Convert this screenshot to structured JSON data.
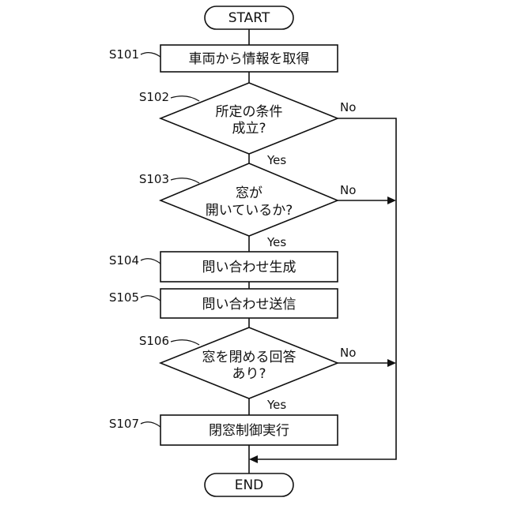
{
  "nodes": {
    "start": "START",
    "s101": "車両から情報を取得",
    "s102": [
      "所定の条件",
      "成立?"
    ],
    "s103": [
      "窓が",
      "開いているか?"
    ],
    "s104": "問い合わせ生成",
    "s105": "問い合わせ送信",
    "s106": [
      "窓を閉める回答",
      "あり?"
    ],
    "s107": "閉窓制御実行",
    "end": "END"
  },
  "step_labels": {
    "s101": "S101",
    "s102": "S102",
    "s103": "S103",
    "s104": "S104",
    "s105": "S105",
    "s106": "S106",
    "s107": "S107"
  },
  "branch_labels": {
    "s102_no": "No",
    "s102_yes": "Yes",
    "s103_no": "No",
    "s103_yes": "Yes",
    "s106_no": "No",
    "s106_yes": "Yes"
  }
}
